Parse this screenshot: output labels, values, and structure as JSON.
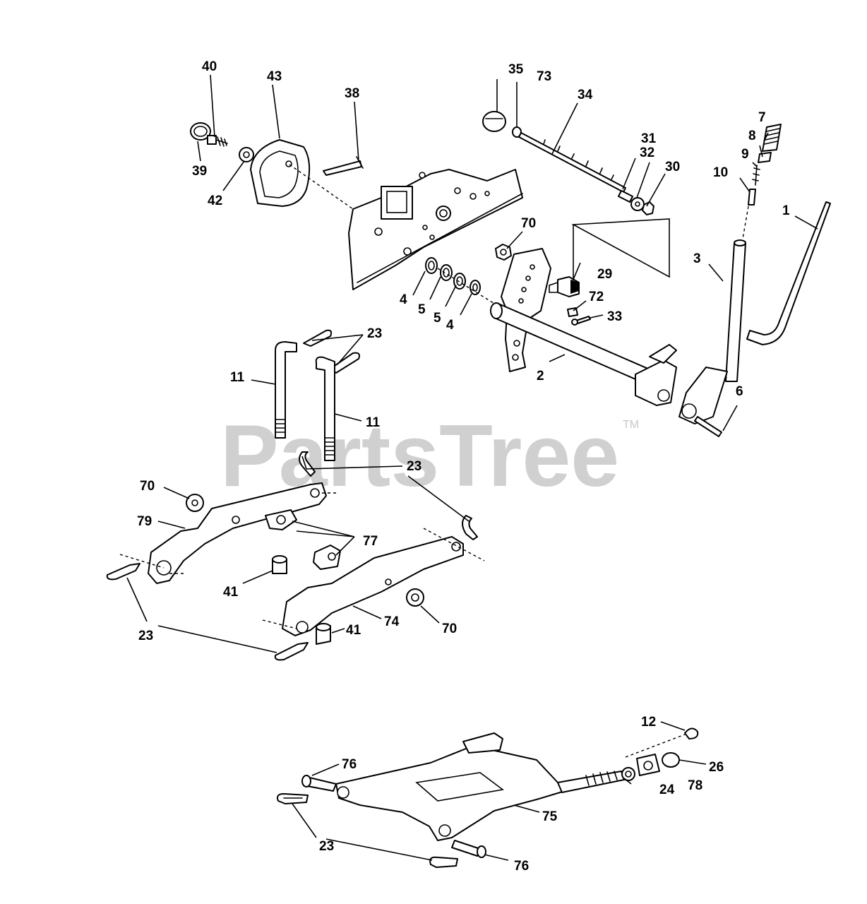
{
  "watermark": {
    "text": "PartsTree",
    "tm": "TM"
  },
  "callouts": {
    "c1": "1",
    "c2": "2",
    "c3": "3",
    "c4a": "4",
    "c4b": "4",
    "c5a": "5",
    "c5b": "5",
    "c6": "6",
    "c7": "7",
    "c8": "8",
    "c9": "9",
    "c10": "10",
    "c11a": "11",
    "c11b": "11",
    "c12": "12",
    "c23a": "23",
    "c23b": "23",
    "c23c": "23",
    "c23d": "23",
    "c24": "24",
    "c26": "26",
    "c29": "29",
    "c30": "30",
    "c31": "31",
    "c32": "32",
    "c33": "33",
    "c34": "34",
    "c35": "35",
    "c38": "38",
    "c39": "39",
    "c40": "40",
    "c41a": "41",
    "c41b": "41",
    "c42": "42",
    "c43": "43",
    "c70a": "70",
    "c70b": "70",
    "c70c": "70",
    "c72": "72",
    "c73": "73",
    "c74": "74",
    "c75": "75",
    "c76a": "76",
    "c76b": "76",
    "c77": "77",
    "c78": "78",
    "c79": "79"
  }
}
